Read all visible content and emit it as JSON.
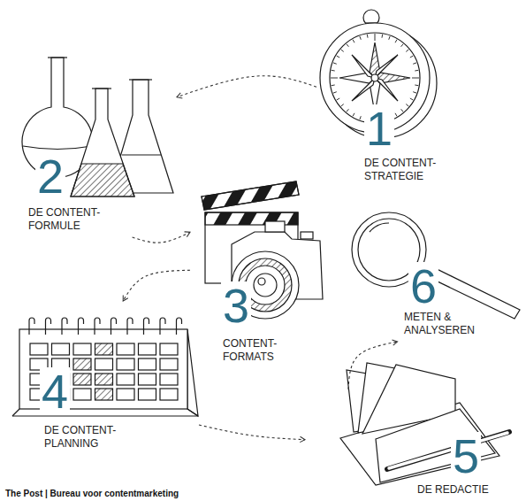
{
  "diagram": {
    "nodes": [
      {
        "text": [
          "1",
          "DE CONTENT- STRATEGIE"
        ]
      },
      {
        "text": [
          "2",
          "DE CONTENT- FORMULE"
        ]
      },
      {
        "text": [
          "3",
          "CONTENT- FORMATS"
        ]
      },
      {
        "text": [
          "4",
          "DE CONTENT- PLANNING"
        ]
      },
      {
        "text": [
          "5",
          "DE REDACTIE"
        ]
      },
      {
        "text": [
          "6",
          "METEN & ANALYSEREN"
        ]
      }
    ],
    "edges": [
      {
        "from": 0,
        "to": 1,
        "arrow": "to"
      },
      {
        "from": 1,
        "to": 2,
        "arrow": "to"
      },
      {
        "from": 2,
        "to": 3,
        "arrow": "to"
      },
      {
        "from": 3,
        "to": 4,
        "arrow": "to"
      },
      {
        "from": 4,
        "to": 5,
        "arrow": "to"
      }
    ],
    "labels": [
      "The Post | Bureau voor contentmarketing"
    ]
  }
}
